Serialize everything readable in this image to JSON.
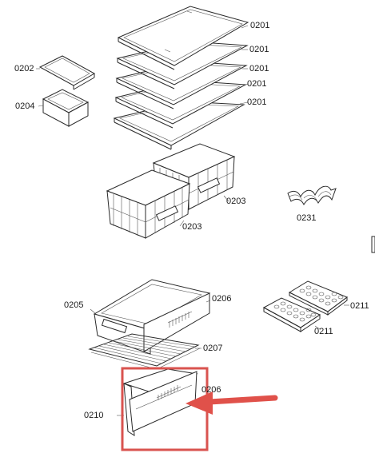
{
  "labels": {
    "shelf_1": "0201",
    "shelf_2": "0201",
    "shelf_3": "0201",
    "shelf_4": "0201",
    "shelf_5": "0201",
    "small_shelf": "0202",
    "small_box": "0204",
    "crisper_right": "0203",
    "crisper_left": "0203",
    "bottle_rack": "0231",
    "drawer_left": "0205",
    "drawer_right": "0206",
    "wire_shelf": "0207",
    "ice_tray_top": "0211",
    "ice_tray_bottom": "0211",
    "bottom_drawer_front": "0206",
    "bottom_drawer": "0210"
  },
  "colors": {
    "line": "#2a2a2a",
    "highlight_box": "#d9534f",
    "arrow": "#e0514a"
  },
  "icons": {
    "highlight": "highlight-box",
    "pointer": "arrow-pointer-icon"
  }
}
